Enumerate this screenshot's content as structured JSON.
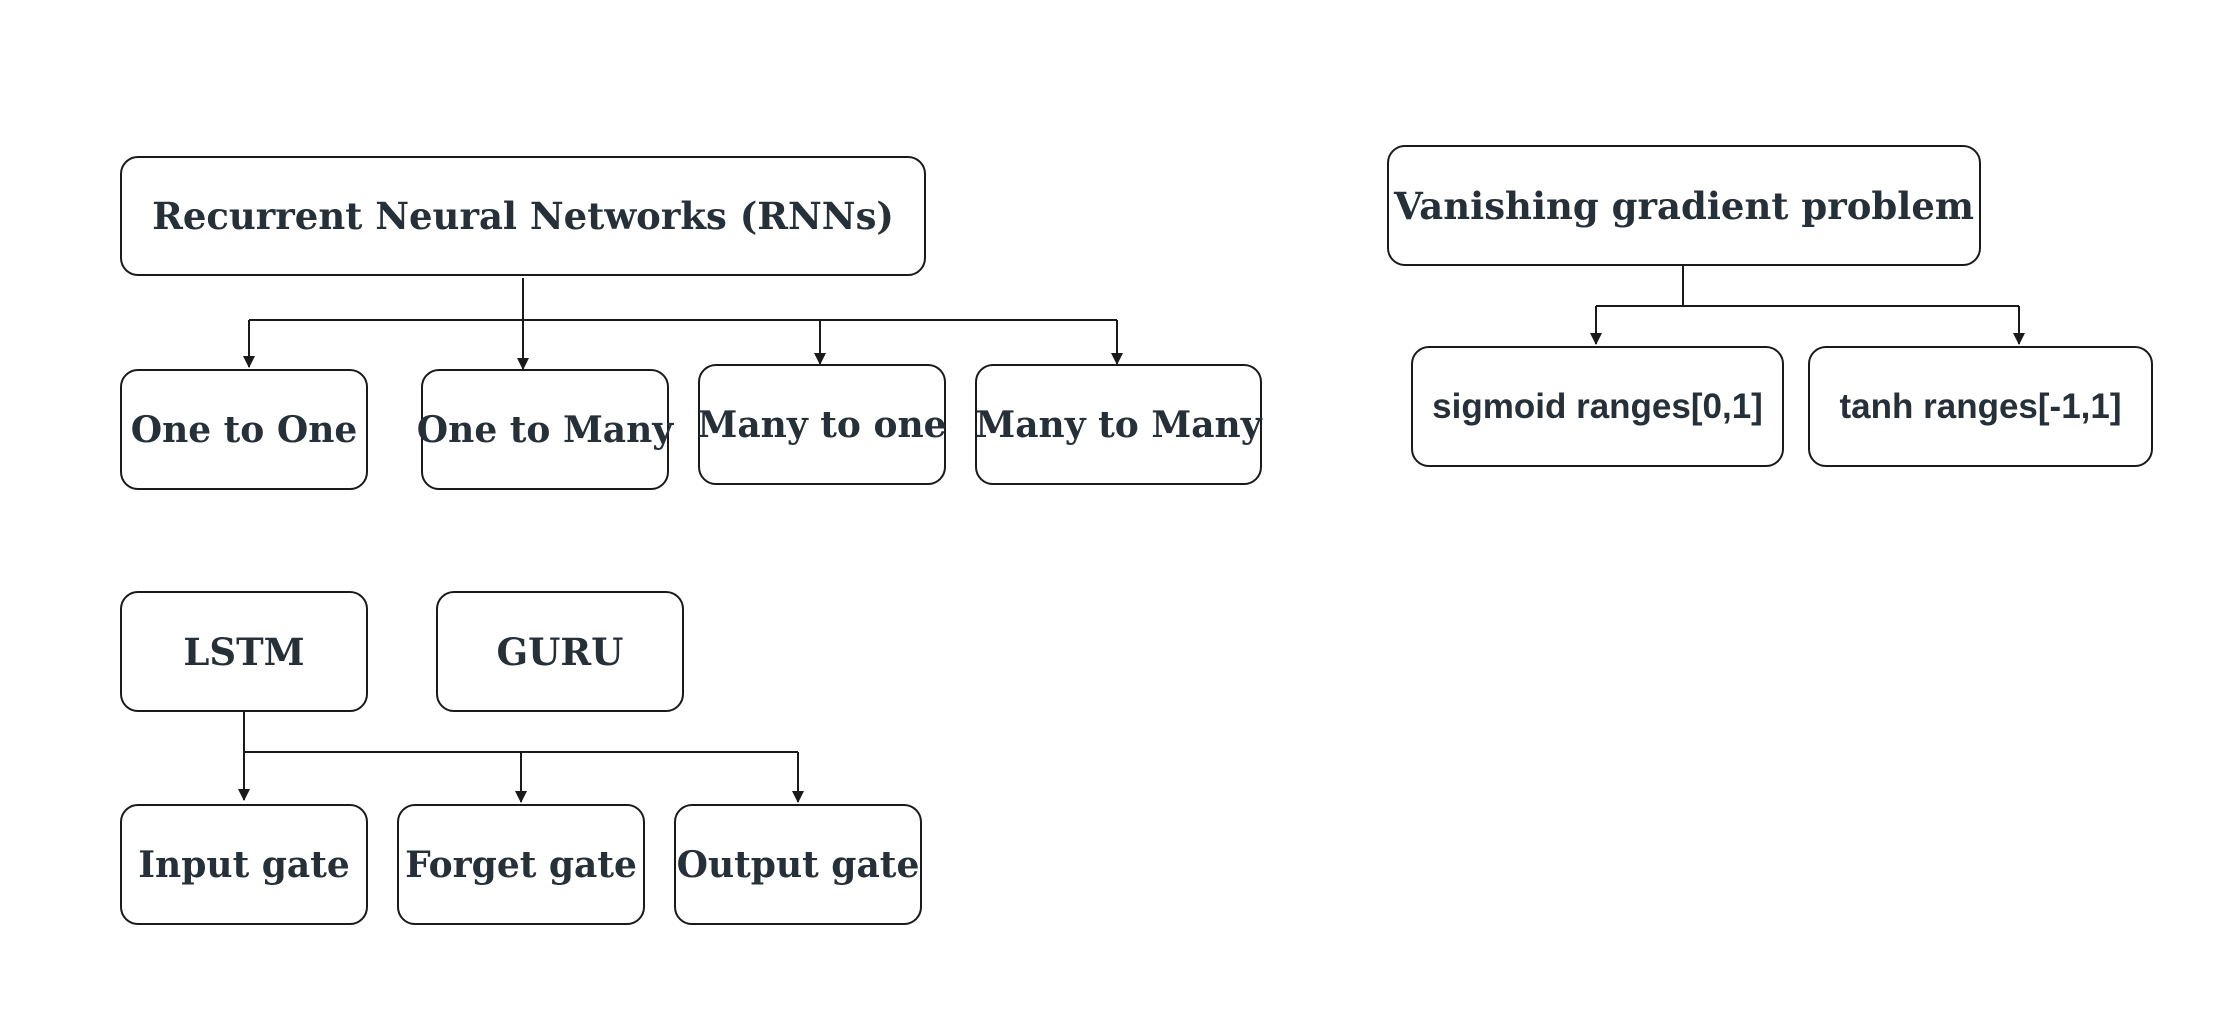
{
  "rnn": {
    "title": "Recurrent Neural Networks (RNNs)",
    "children": [
      "One to One",
      "One to Many",
      "Many to one",
      "Many to Many"
    ]
  },
  "vanishing": {
    "title": "Vanishing gradient problem",
    "children": [
      "sigmoid ranges[0,1]",
      "tanh ranges[-1,1]"
    ]
  },
  "lstm": {
    "title": "LSTM",
    "children": [
      "Input gate",
      "Forget gate",
      "Output gate"
    ]
  },
  "guru": {
    "title": "GURU"
  },
  "colors": {
    "stroke": "#1a1a1a",
    "text": "#253038",
    "background": "#ffffff"
  }
}
